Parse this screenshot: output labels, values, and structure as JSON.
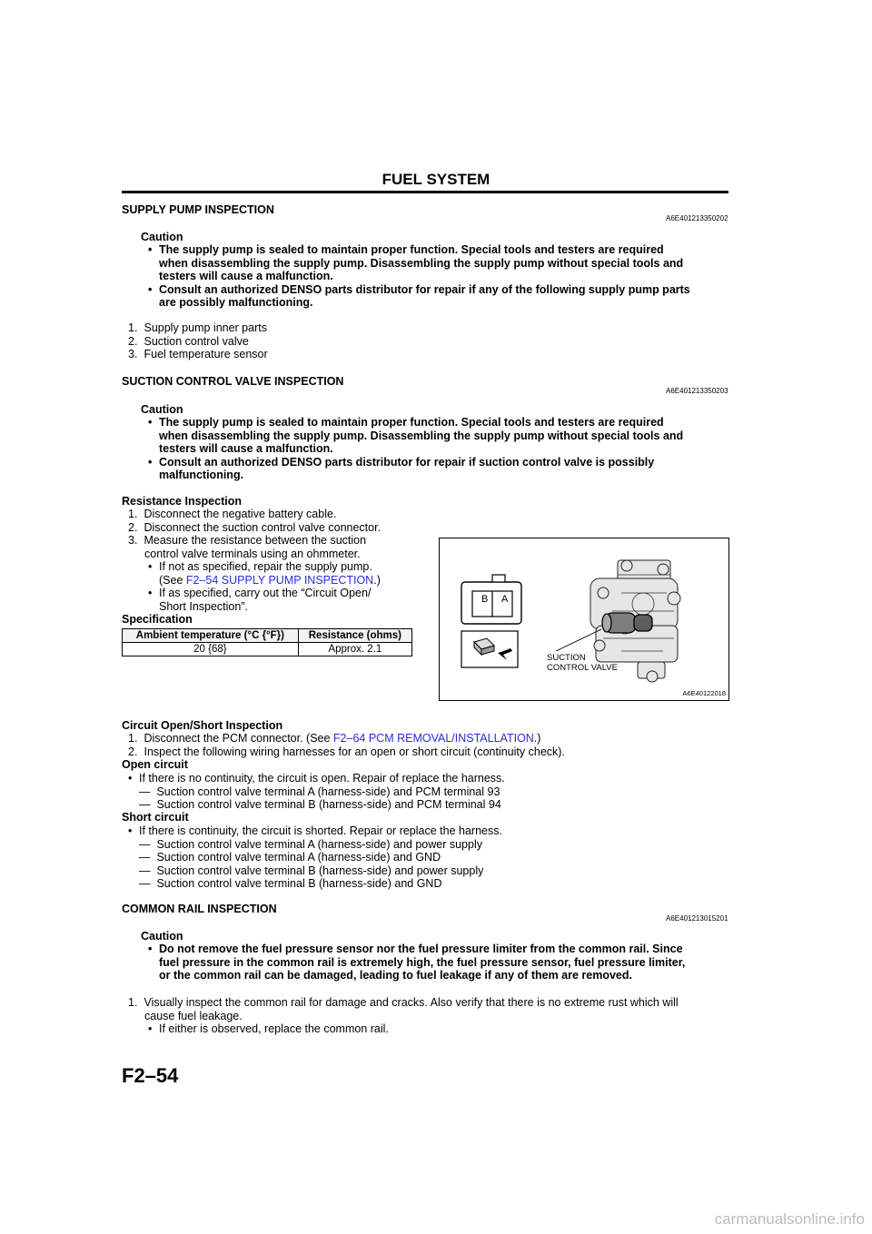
{
  "header": {
    "title": "FUEL SYSTEM"
  },
  "section1": {
    "title": "SUPPLY PUMP INSPECTION",
    "code": "A6E401213350202",
    "caution_label": "Caution",
    "caution_items": [
      [
        "The supply pump is sealed to maintain proper function. Special tools and testers are required",
        "when disassembling the supply pump. Disassembling the supply pump without special tools and",
        "testers will cause a malfunction."
      ],
      [
        "Consult an authorized DENSO parts distributor for repair if any of the following supply pump parts",
        "are possibly malfunctioning."
      ]
    ],
    "list": [
      "Supply pump inner parts",
      "Suction control valve",
      "Fuel temperature sensor"
    ]
  },
  "section2": {
    "title": "SUCTION CONTROL VALVE INSPECTION",
    "code": "A6E401213350203",
    "caution_label": "Caution",
    "caution_items": [
      [
        "The supply pump is sealed to maintain proper function. Special tools and testers are required",
        "when disassembling the supply pump. Disassembling the supply pump without special tools and",
        "testers will cause a malfunction."
      ],
      [
        "Consult an authorized DENSO parts distributor for repair if suction control valve is possibly",
        "malfunctioning."
      ]
    ],
    "resistance": {
      "heading": "Resistance Inspection",
      "step1": "Disconnect the negative battery cable.",
      "step2": "Disconnect the suction control valve connector.",
      "step3_a": "Measure the resistance between the suction",
      "step3_b": "control valve terminals using an ohmmeter.",
      "b1_a": "If not as specified, repair the supply pump.",
      "b1_pre": "(See ",
      "b1_link": "F2–54 SUPPLY PUMP INSPECTION",
      "b1_post": ".)",
      "b2_a": "If as specified, carry out the “Circuit Open/",
      "b2_b": "Short Inspection”.",
      "spec_heading": "Specification",
      "table_headers": [
        "Ambient temperature (°C {°F})",
        "Resistance (ohms)"
      ],
      "table_row": [
        "20 {68}",
        "Approx. 2.1"
      ]
    },
    "figure": {
      "terminal_b": "B",
      "terminal_a": "A",
      "label_line1": "SUCTION",
      "label_line2": "CONTROL VALVE",
      "code": "A6E40122018"
    },
    "circuit": {
      "heading": "Circuit Open/Short Inspection",
      "step1_pre": "Disconnect the PCM connector. (See ",
      "step1_link": "F2–64 PCM REMOVAL/INSTALLATION",
      "step1_post": ".)",
      "step2": "Inspect the following wiring harnesses for an open or short circuit (continuity check).",
      "open_heading": "Open circuit",
      "open_bullet": "If there is no continuity, the circuit is open. Repair of replace the harness.",
      "open_items": [
        "Suction control valve terminal A (harness-side) and PCM terminal 93",
        "Suction control valve terminal B (harness-side) and PCM terminal 94"
      ],
      "short_heading": "Short circuit",
      "short_bullet": "If there is continuity, the circuit is shorted. Repair or replace the harness.",
      "short_items": [
        "Suction control valve terminal A (harness-side) and power supply",
        "Suction control valve terminal A (harness-side) and GND",
        "Suction control valve terminal B (harness-side) and power supply",
        "Suction control valve terminal B (harness-side) and GND"
      ]
    }
  },
  "section3": {
    "title": "COMMON RAIL INSPECTION",
    "code": "A6E401213015201",
    "caution_label": "Caution",
    "caution_lines": [
      "Do not remove the fuel pressure sensor nor the fuel pressure limiter from the common rail. Since",
      "fuel pressure in the common rail is extremely high, the fuel pressure sensor, fuel pressure limiter,",
      "or the common rail can be damaged, leading to fuel leakage if any of them are removed."
    ],
    "step1_a": "Visually inspect the common rail for damage and cracks. Also verify that there is no extreme rust which will",
    "step1_b": "cause fuel leakage.",
    "bullet": "If either is observed, replace the common rail."
  },
  "footer": {
    "page_number": "F2–54",
    "watermark": "carmanualsonline.info"
  }
}
